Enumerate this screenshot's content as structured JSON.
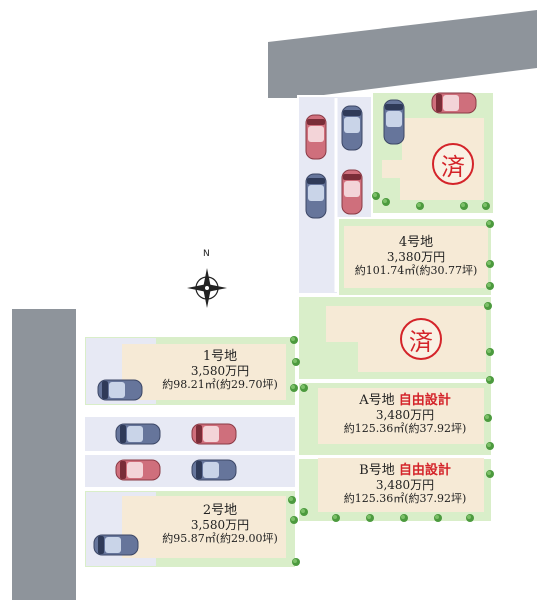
{
  "compass": {
    "north_label": "N"
  },
  "sold_stamps": [
    "済",
    "済"
  ],
  "lots": [
    {
      "name": "1号地",
      "price": "3,580万円",
      "area": "約98.21㎡(約29.70坪)",
      "design": ""
    },
    {
      "name": "2号地",
      "price": "3,580万円",
      "area": "約95.87㎡(約29.00坪)",
      "design": ""
    },
    {
      "name": "4号地",
      "price": "3,380万円",
      "area": "約101.74㎡(約30.77坪)",
      "design": ""
    },
    {
      "name": "A号地",
      "price": "3,480万円",
      "area": "約125.36㎡(約37.92坪)",
      "design": "自由設計"
    },
    {
      "name": "B号地",
      "price": "3,480万円",
      "area": "約125.36㎡(約37.92坪)",
      "design": "自由設計"
    }
  ],
  "colors": {
    "road": "#8e949b",
    "green": "#d9eec9",
    "building": "#f6ead6",
    "parking": "#e7e9f4",
    "car_red": "#cf6f7c",
    "car_blue": "#66759b",
    "stamp": "#d4242a",
    "design_text": "#d4242a"
  }
}
